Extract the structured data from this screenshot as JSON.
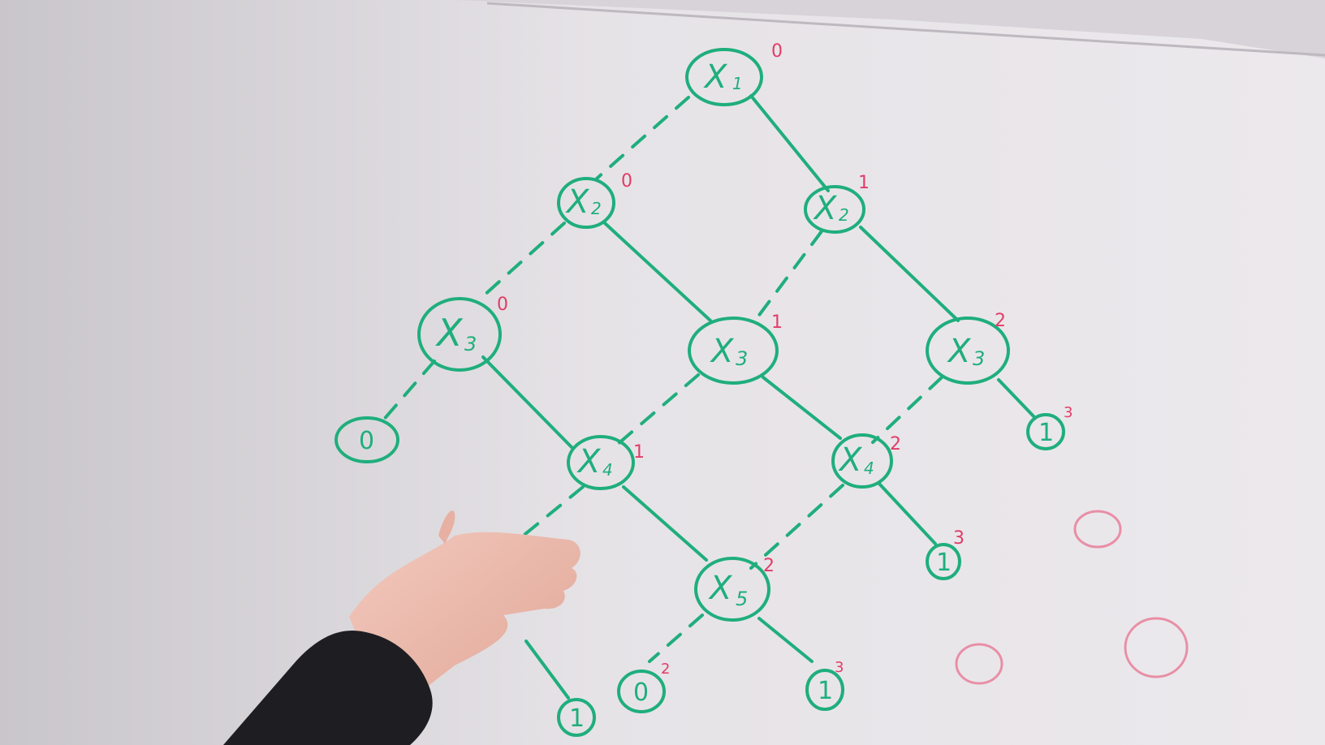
{
  "colors": {
    "marker_green": "#1fae7c",
    "marker_red": "#e23c67",
    "board": "#e9e6ea"
  },
  "nodes": [
    {
      "id": "x1-root",
      "letter": "X",
      "sub": "1",
      "weight": "0"
    },
    {
      "id": "x2-left",
      "letter": "X",
      "sub": "2",
      "weight": "0"
    },
    {
      "id": "x2-right",
      "letter": "X",
      "sub": "2",
      "weight": "1"
    },
    {
      "id": "x3-left",
      "letter": "X",
      "sub": "3",
      "weight": "0"
    },
    {
      "id": "x3-middle",
      "letter": "X",
      "sub": "3",
      "weight": "1"
    },
    {
      "id": "x3-right",
      "letter": "X",
      "sub": "3",
      "weight": "2"
    },
    {
      "id": "x4-left",
      "letter": "X",
      "sub": "4",
      "weight": "1"
    },
    {
      "id": "x4-right",
      "letter": "X",
      "sub": "4",
      "weight": "2"
    },
    {
      "id": "x5",
      "letter": "X",
      "sub": "5",
      "weight": "2"
    }
  ],
  "leaves": [
    {
      "id": "leaf-x3-zero",
      "value": "0",
      "weight": ""
    },
    {
      "id": "leaf-x3r-one",
      "value": "1",
      "weight": "3"
    },
    {
      "id": "leaf-x4r-one",
      "value": "1",
      "weight": "3"
    },
    {
      "id": "leaf-x5-zero",
      "value": "0",
      "weight": "2"
    },
    {
      "id": "leaf-x5-one",
      "value": "1",
      "weight": "3"
    },
    {
      "id": "leaf-bottom-one",
      "value": "1",
      "weight": ""
    }
  ]
}
